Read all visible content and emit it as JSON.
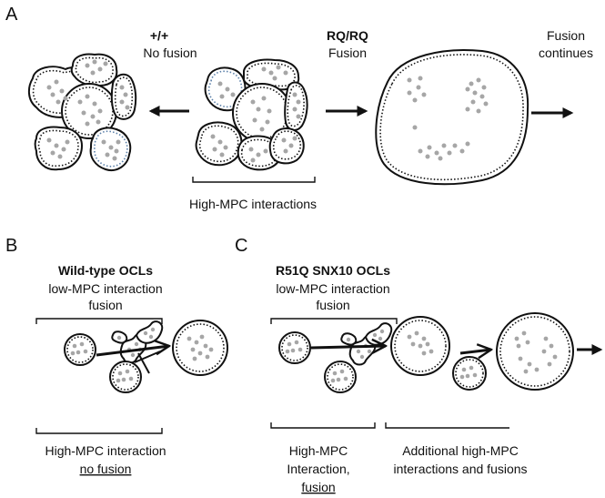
{
  "panels": {
    "a": "A",
    "b": "B",
    "c": "C"
  },
  "panel_a": {
    "wt_genotype": "+/+",
    "wt_outcome": "No fusion",
    "rq_genotype": "RQ/RQ",
    "rq_outcome": "Fusion",
    "continues_line1": "Fusion",
    "continues_line2": "continues",
    "bracket_label": "High-MPC interactions"
  },
  "panel_b": {
    "title": "Wild-type OCLs",
    "top_line1": "low-MPC interaction",
    "top_line2": "fusion",
    "bottom_line1": "High-MPC interaction",
    "bottom_line2": "no fusion"
  },
  "panel_c": {
    "title": "R51Q SNX10 OCLs",
    "top_line1": "low-MPC interaction",
    "top_line2": "fusion",
    "bottom_left_line1": "High-MPC",
    "bottom_left_line2": "Interaction,",
    "bottom_left_line3": "fusion",
    "bottom_right_line1": "Additional high-MPC",
    "bottom_right_line2": "interactions and fusions"
  },
  "colors": {
    "outline": "#111111",
    "nucleus": "#a6a6a6",
    "highlight_cell": "#5a7fa8"
  }
}
